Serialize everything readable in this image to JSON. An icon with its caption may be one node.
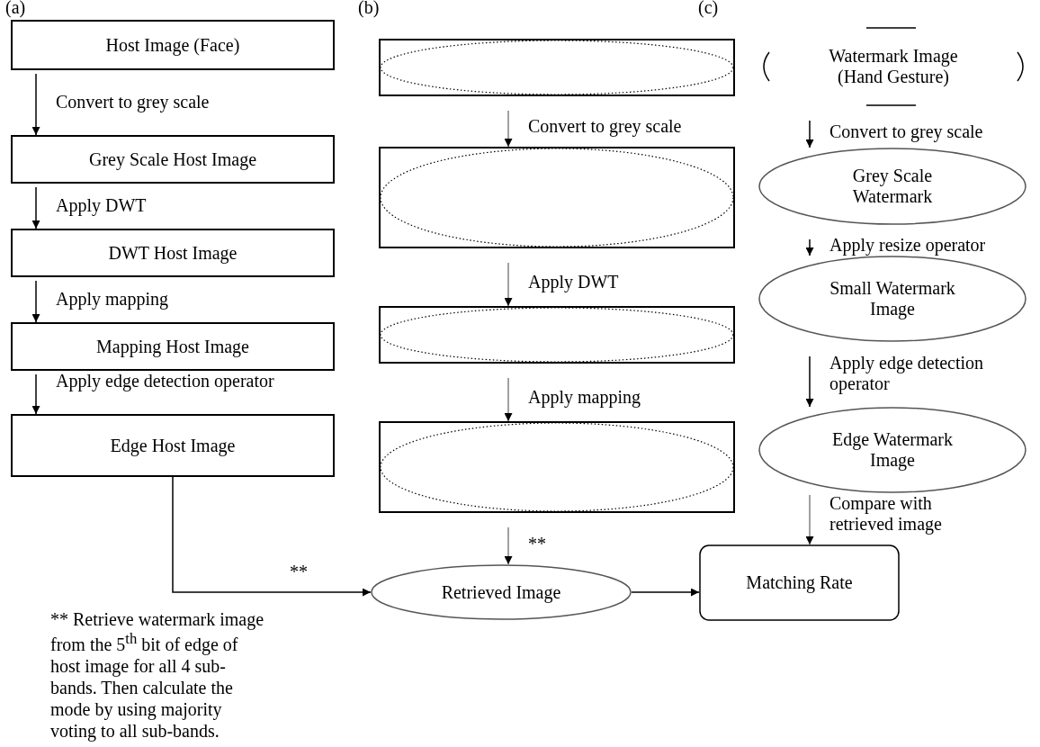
{
  "diagram": {
    "nodes": [
      {
        "text": [
          "Host Image (Face)"
        ]
      },
      {
        "text": [
          "Grey Scale Host Image"
        ]
      },
      {
        "text": [
          "DWT Host Image"
        ]
      },
      {
        "text": [
          "Mapping Host Image"
        ]
      },
      {
        "text": [
          "Edge Host Image"
        ]
      },
      {
        "text": [],
        "shape": "box"
      },
      {
        "text": [],
        "shape": "box"
      },
      {
        "text": [],
        "shape": "box"
      },
      {
        "text": [],
        "shape": "box"
      },
      {
        "text": [
          "Watermark Image (Hand Gesture)"
        ]
      },
      {
        "text": [
          "Grey Scale Watermark"
        ]
      },
      {
        "text": [
          "Small Watermark Image"
        ]
      },
      {
        "text": [
          "Edge Watermark Image"
        ]
      },
      {
        "text": [
          "Retrieved Image"
        ]
      },
      {
        "text": [
          "Matching Rate"
        ]
      }
    ],
    "edges": [
      {
        "from": 0,
        "to": 1,
        "arrow": "to",
        "label": "Convert to grey scale"
      },
      {
        "from": 1,
        "to": 2,
        "arrow": "to",
        "label": "Apply DWT"
      },
      {
        "from": 2,
        "to": 3,
        "arrow": "to",
        "label": "Apply mapping"
      },
      {
        "from": 3,
        "to": 4,
        "arrow": "to",
        "label": "Apply edge detection operator"
      },
      {
        "from": 5,
        "to": 6,
        "arrow": "to",
        "label": "Convert to grey scale",
        "color": "#808080"
      },
      {
        "from": 6,
        "to": 7,
        "arrow": "to",
        "label": "Apply DWT",
        "color": "#808080"
      },
      {
        "from": 7,
        "to": 8,
        "arrow": "to",
        "label": "Apply mapping",
        "color": "#808080"
      },
      {
        "from": 8,
        "to": 13,
        "arrow": "to",
        "label": "**",
        "color": "#808080"
      },
      {
        "from": 4,
        "to": 13,
        "arrow": "to",
        "label": "**"
      },
      {
        "from": 9,
        "to": 10,
        "arrow": "to",
        "label": "Convert to grey scale"
      },
      {
        "from": 10,
        "to": 11,
        "arrow": "to",
        "label": "Apply resize operator"
      },
      {
        "from": 11,
        "to": 12,
        "arrow": "to",
        "label": "Apply edge detection operator"
      },
      {
        "from": 12,
        "to": 14,
        "arrow": "to",
        "label": "Compare with retrieved image",
        "color": "#808080"
      },
      {
        "from": 13,
        "to": 14,
        "arrow": "to"
      }
    ],
    "labels": [
      "(a)",
      "(b)",
      "(c)",
      "** Retrieve watermark image from the 5$^{th}$ bit of edge of host image for all 4 sub-bands. Then calculate the mode by using majority voting to all sub-bands."
    ]
  }
}
